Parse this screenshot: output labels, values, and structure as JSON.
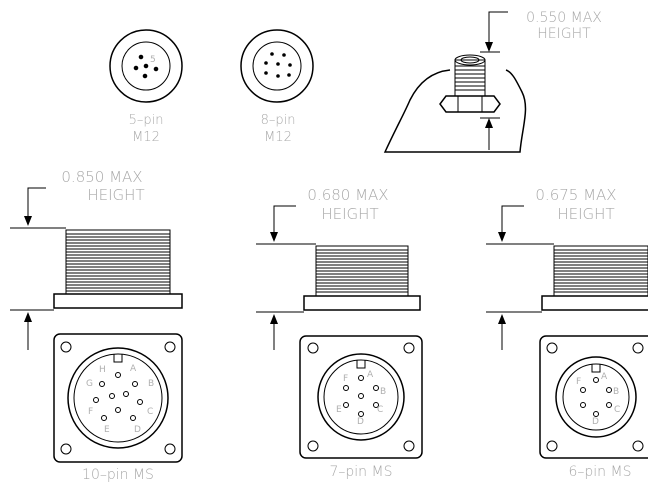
{
  "m12_5pin": {
    "label_line1": "5–pin",
    "label_line2": "M12",
    "pin_label": "5"
  },
  "m12_8pin": {
    "label_line1": "8–pin",
    "label_line2": "M12"
  },
  "m12_mount": {
    "dim_line1": "0.550  MAX",
    "dim_line2": "HEIGHT"
  },
  "ms10": {
    "dim_line1": "0.850  MAX",
    "dim_line2": "HEIGHT",
    "label": "10–pin  MS",
    "pins": [
      "A",
      "B",
      "C",
      "D",
      "E",
      "F",
      "G",
      "H"
    ]
  },
  "ms7": {
    "dim_line1": "0.680  MAX",
    "dim_line2": "HEIGHT",
    "label": "7–pin  MS",
    "pins": [
      "A",
      "B",
      "C",
      "D",
      "E",
      "F"
    ]
  },
  "ms6": {
    "dim_line1": "0.675  MAX",
    "dim_line2": "HEIGHT",
    "label": "6–pin  MS",
    "pins": [
      "A",
      "B",
      "C",
      "D",
      "F"
    ]
  }
}
